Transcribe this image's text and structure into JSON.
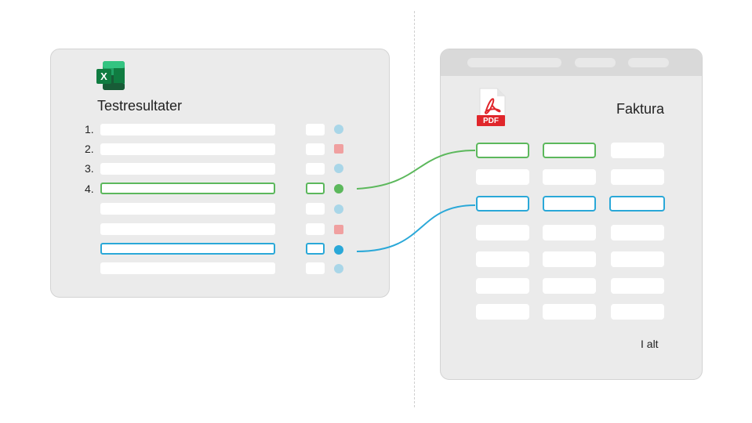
{
  "left": {
    "title": "Testresultater",
    "icon": "excel-icon",
    "row_numbers": [
      "1.",
      "2.",
      "3.",
      "4."
    ],
    "row_statuses": [
      "blue",
      "red",
      "blue",
      "green",
      "blue",
      "red",
      "blue",
      "blue"
    ]
  },
  "right": {
    "title": "Faktura",
    "icon": "pdf-icon",
    "pdf_label": "PDF",
    "total_label": "I alt"
  },
  "colors": {
    "green": "#5cb85c",
    "blue": "#2aa8d8",
    "light_blue": "#a9d6e8",
    "red": "#f0a0a0"
  }
}
